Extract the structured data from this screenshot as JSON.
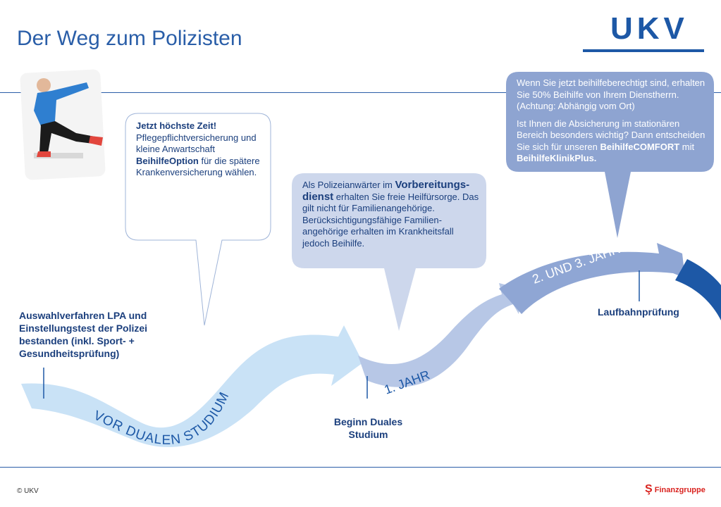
{
  "slide": {
    "title": "Der Weg zum Polizisten",
    "logo": "UKV",
    "copyright": "© UKV",
    "footer_brand": "Finanzgruppe"
  },
  "bubbles": {
    "b1": {
      "line1": "Jetzt höchste Zeit!",
      "line2": "Pflegepflichtversicherung und kleine Anwartschaft",
      "option": "BeihilfeOption",
      "line3": " für die spätere Krankenversicherung wählen."
    },
    "b2": {
      "pre": "Als Polizeianwärter im ",
      "highlight": "Vorbereitungs-dienst",
      "post": " erhalten Sie freie Heilfürsorge. Das gilt nicht für Familienangehörige. Berücksichtigungsfähige Familien-angehörige erhalten im Krankheitsfall jedoch Beihilfe."
    },
    "b3": {
      "para1": "Wenn Sie jetzt beihilfeberechtigt sind, erhalten Sie 50% Beihilfe von Ihrem Dienstherrn. (Achtung: Abhängig vom Ort)",
      "para2": "Ist Ihnen die Absicherung im stationären Bereich besonders wichtig? Dann entscheiden Sie sich für unseren ",
      "product1": "BeihilfeCOMFORT",
      "mit": " mit ",
      "product2": "BeihilfeKlinikPlus."
    }
  },
  "path": {
    "stage1": "VOR DUALEN STUDIUM",
    "stage2": "1. JAHR",
    "stage3": "2. UND 3. JAHR"
  },
  "milestones": {
    "m1": "Auswahlverfahren LPA und Einstellungstest der Polizei bestanden (inkl. Sport- + Gesundheitsprüfung)",
    "m2": "Beginn Duales Studium",
    "m3": "Laufbahnprüfung"
  },
  "colors": {
    "ribbon_light": "#c9e2f6",
    "ribbon_mid": "#b7c7e6",
    "ribbon_dark": "#8fa6d4",
    "bubble_b2": "#cdd7ec",
    "bubble_b3": "#8ea4d1",
    "brand": "#1d58a6"
  }
}
